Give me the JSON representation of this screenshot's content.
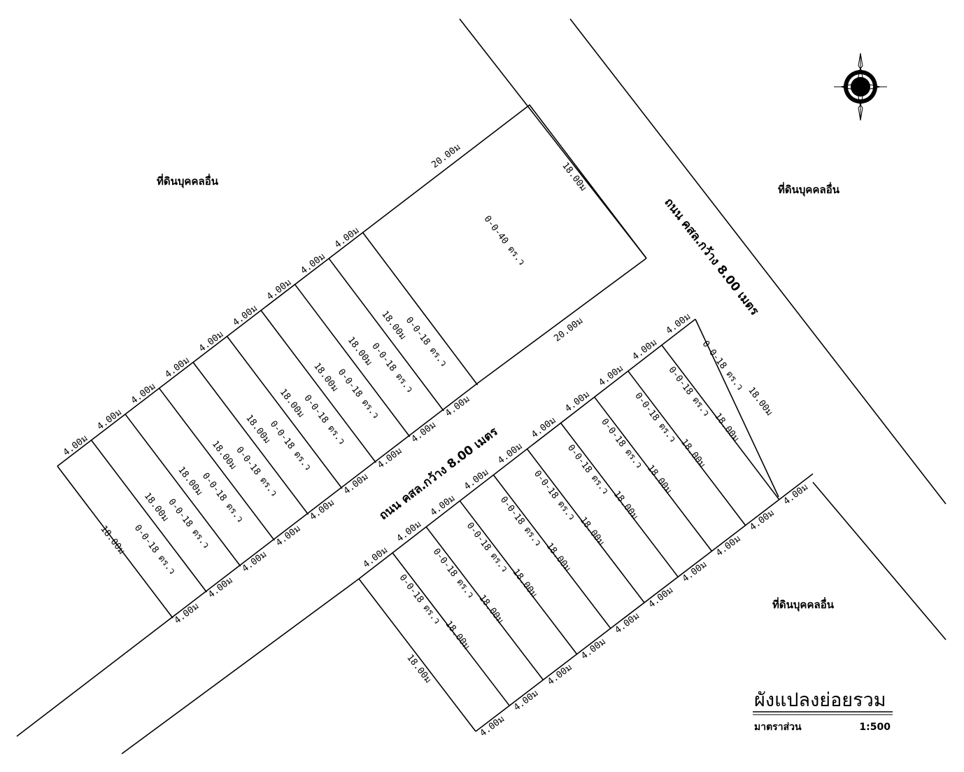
{
  "plan": {
    "neighbor_label": "ที่ดินบุคคลอื่น",
    "roads": {
      "main": "ถนน คสล.กว้าง 8.00 เมตร",
      "inner": "ถนน คสล.กว้าง 8.00 เมตร"
    },
    "dimensions": {
      "frontage": "4.00ม",
      "depth": "18.00ม",
      "large_side": "20.00ม"
    },
    "areas": {
      "small_plot": "0-0-18 ตร.ว",
      "large_plot": "0-0-40 ตร.ว"
    },
    "compass_icon": "north-arrow-compass-rose"
  },
  "title_block": {
    "title": "ผังแปลงย่อยรวม",
    "scale_label": "มาตราส่วน",
    "scale_value": "1:500"
  }
}
